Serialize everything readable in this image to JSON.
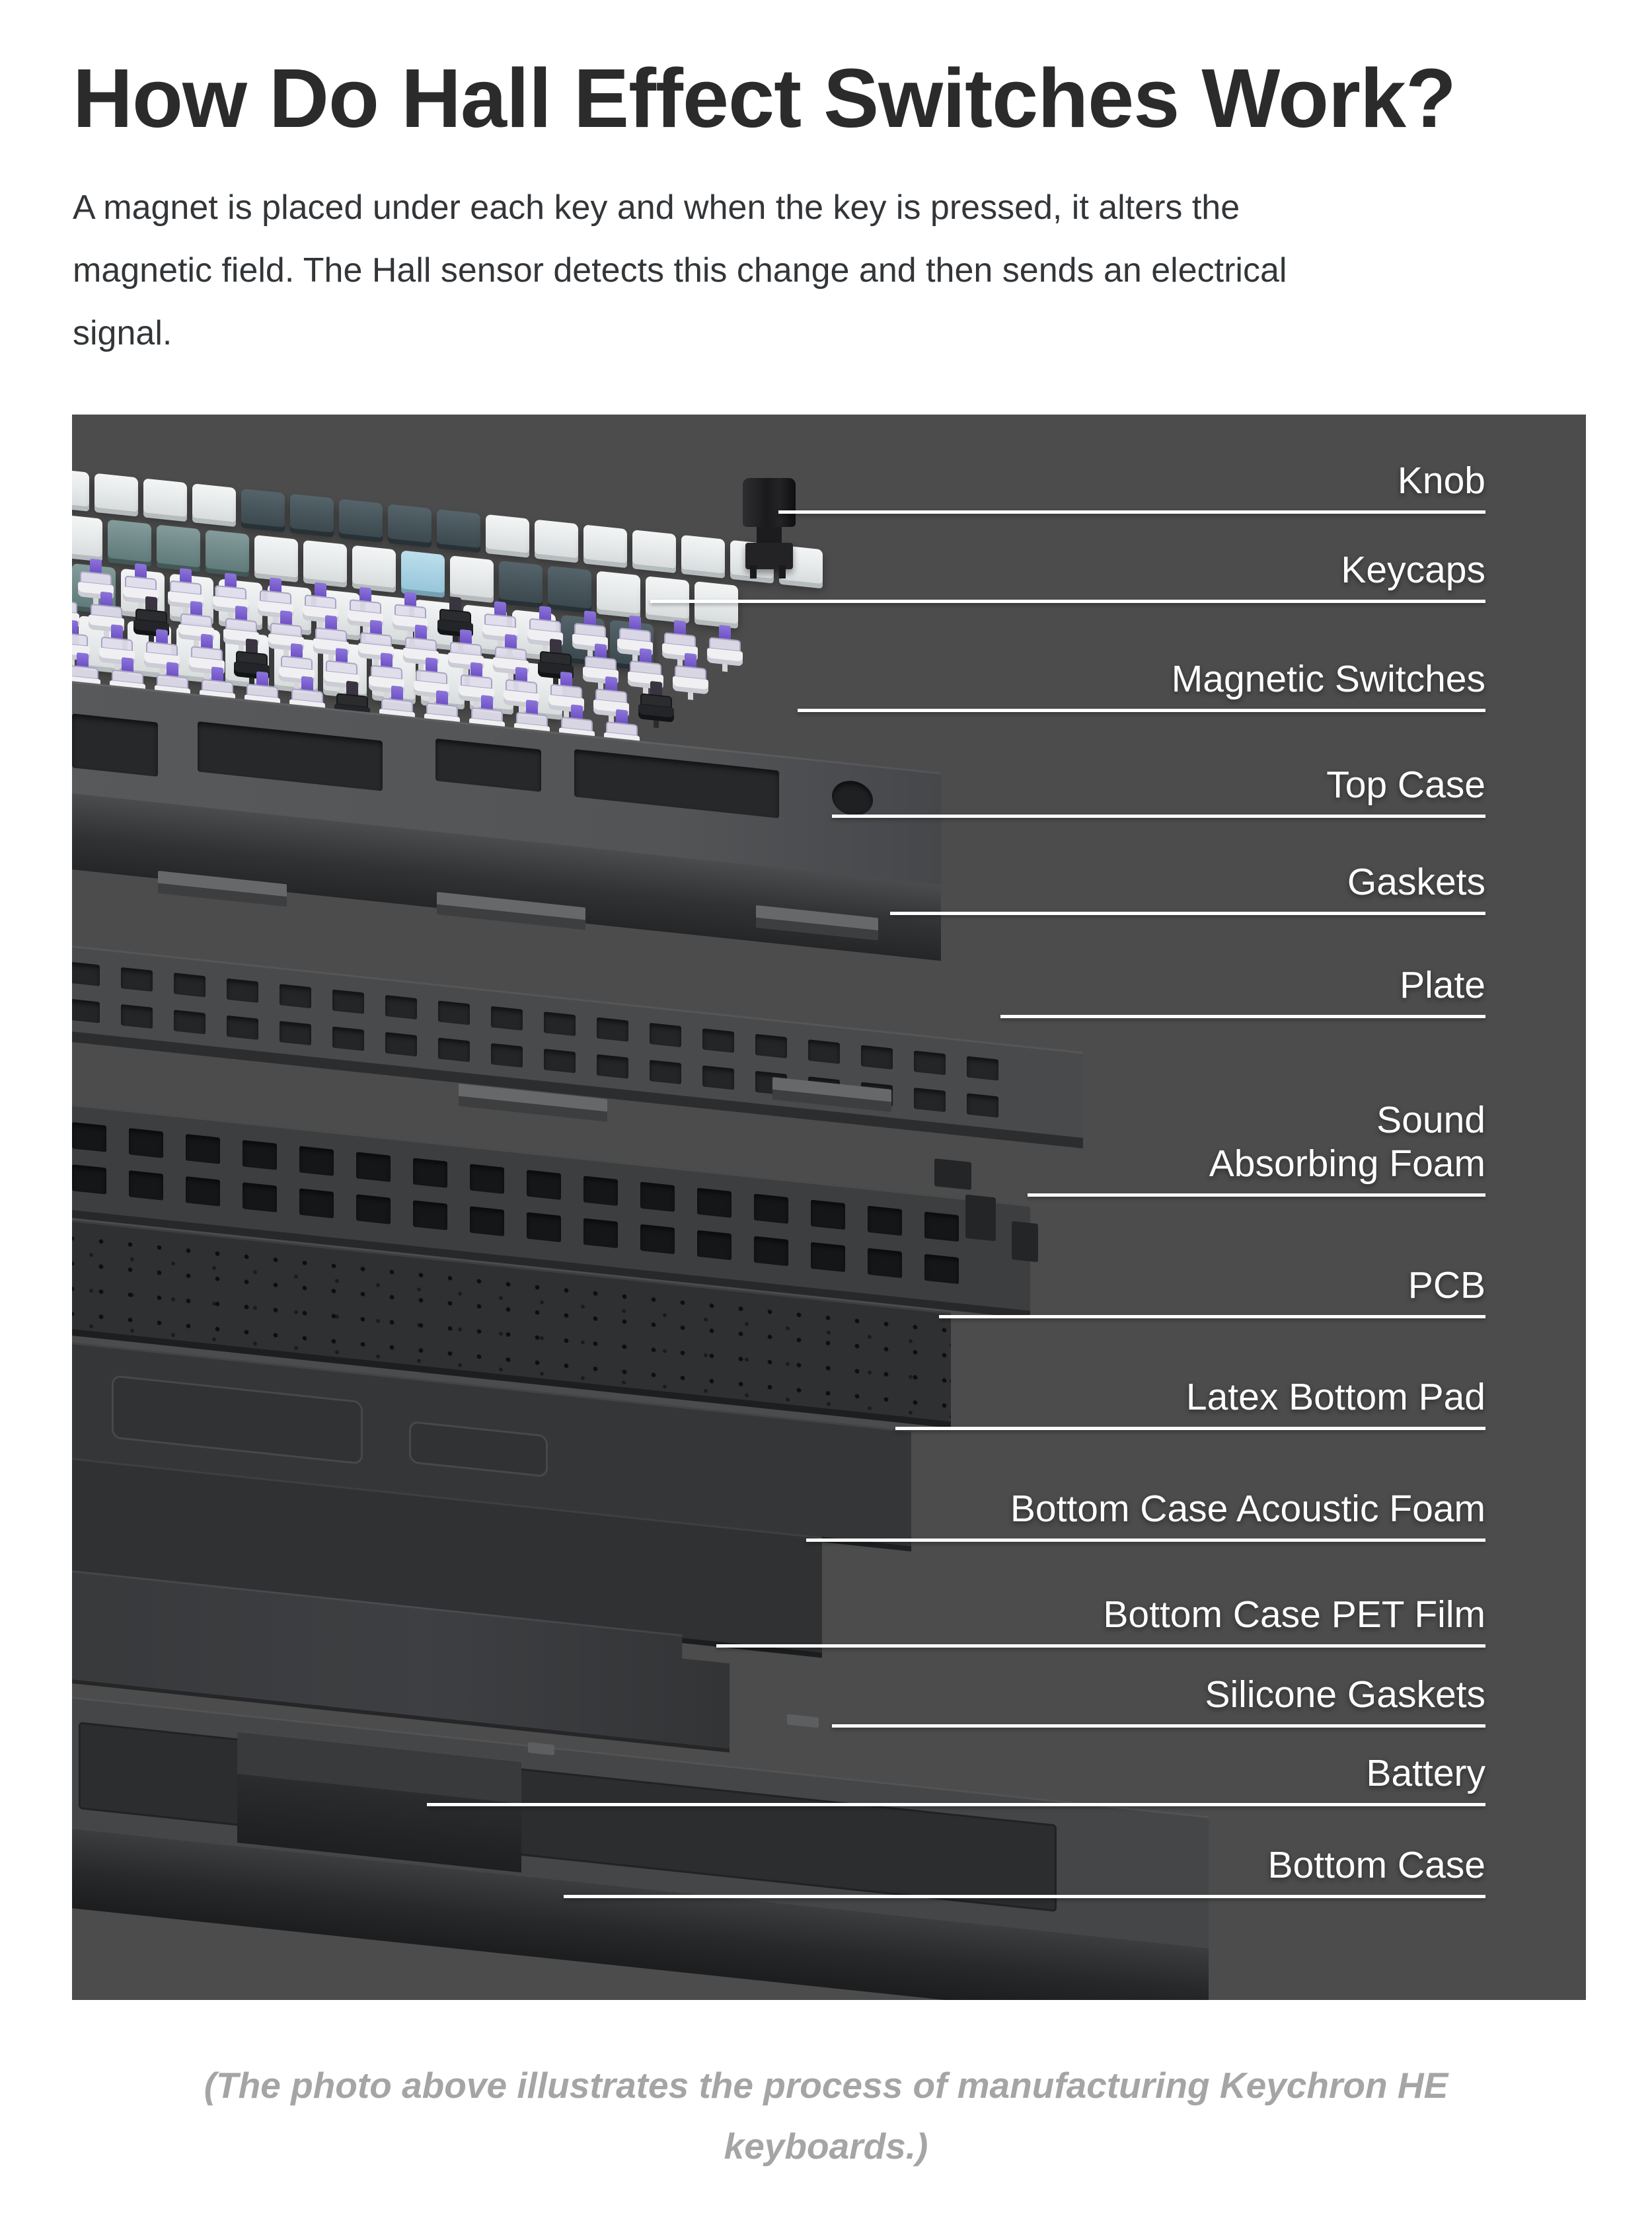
{
  "page": {
    "title": "How Do Hall Effect Switches Work?",
    "paragraph": {
      "line1": "A magnet is placed under each key and when the key is pressed, it alters the",
      "line2": "magnetic field. The Hall sensor detects this change and then sends an electrical",
      "line3": "signal."
    },
    "caption": {
      "line1": "(The photo above illustrates the process of manufacturing Keychron HE",
      "line2": "keyboards.)"
    }
  },
  "diagram": {
    "labels": [
      {
        "text": "Knob"
      },
      {
        "text": "Keycaps"
      },
      {
        "text": "Magnetic Switches"
      },
      {
        "text": "Top Case"
      },
      {
        "text": "Gaskets"
      },
      {
        "text": "Plate"
      },
      {
        "text": "Sound",
        "text2": "Absorbing Foam"
      },
      {
        "text": "PCB"
      },
      {
        "text": "Latex Bottom Pad"
      },
      {
        "text": "Bottom Case Acoustic Foam"
      },
      {
        "text": "Bottom Case PET Film"
      },
      {
        "text": "Silicone Gaskets"
      },
      {
        "text": "Battery"
      },
      {
        "text": "Bottom Case"
      }
    ]
  },
  "colors": {
    "diagram_background": "#4c4c4c",
    "label_text": "#ffffff",
    "leader_line": "#ffffff",
    "heading_text": "#2b2b2b",
    "body_text": "#333639",
    "caption_text": "#a5a5a5",
    "switch_stem_purple": "#7b5ecf",
    "keycap_accent_teal": "#5f7b7a",
    "keycap_accent_blue": "#a7cfe0"
  }
}
